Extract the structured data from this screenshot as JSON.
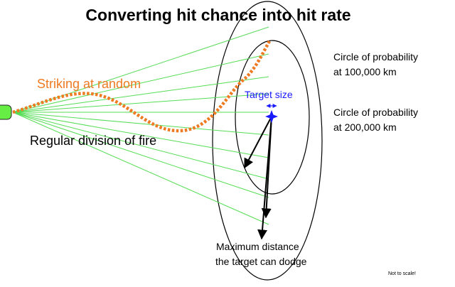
{
  "title": "Converting hit chance into hit rate",
  "labels": {
    "striking_random": "Striking at random",
    "regular_fire": "Regular division of fire",
    "target_size": "Target size",
    "circle_100k": [
      "Circle of probability",
      "at 100,000 km"
    ],
    "circle_200k": [
      "Circle of probability",
      "at 200,000 km"
    ],
    "max_dodge": [
      "Maximum distance",
      "the target can dodge"
    ],
    "not_to_scale": "Not to scale!"
  },
  "colors": {
    "fire_lines": "#55dd55",
    "random_path": "#ee7a22",
    "target": "#1a1aff",
    "gun": "#66ee44",
    "circles": "#000000",
    "arrows": "#000000"
  }
}
